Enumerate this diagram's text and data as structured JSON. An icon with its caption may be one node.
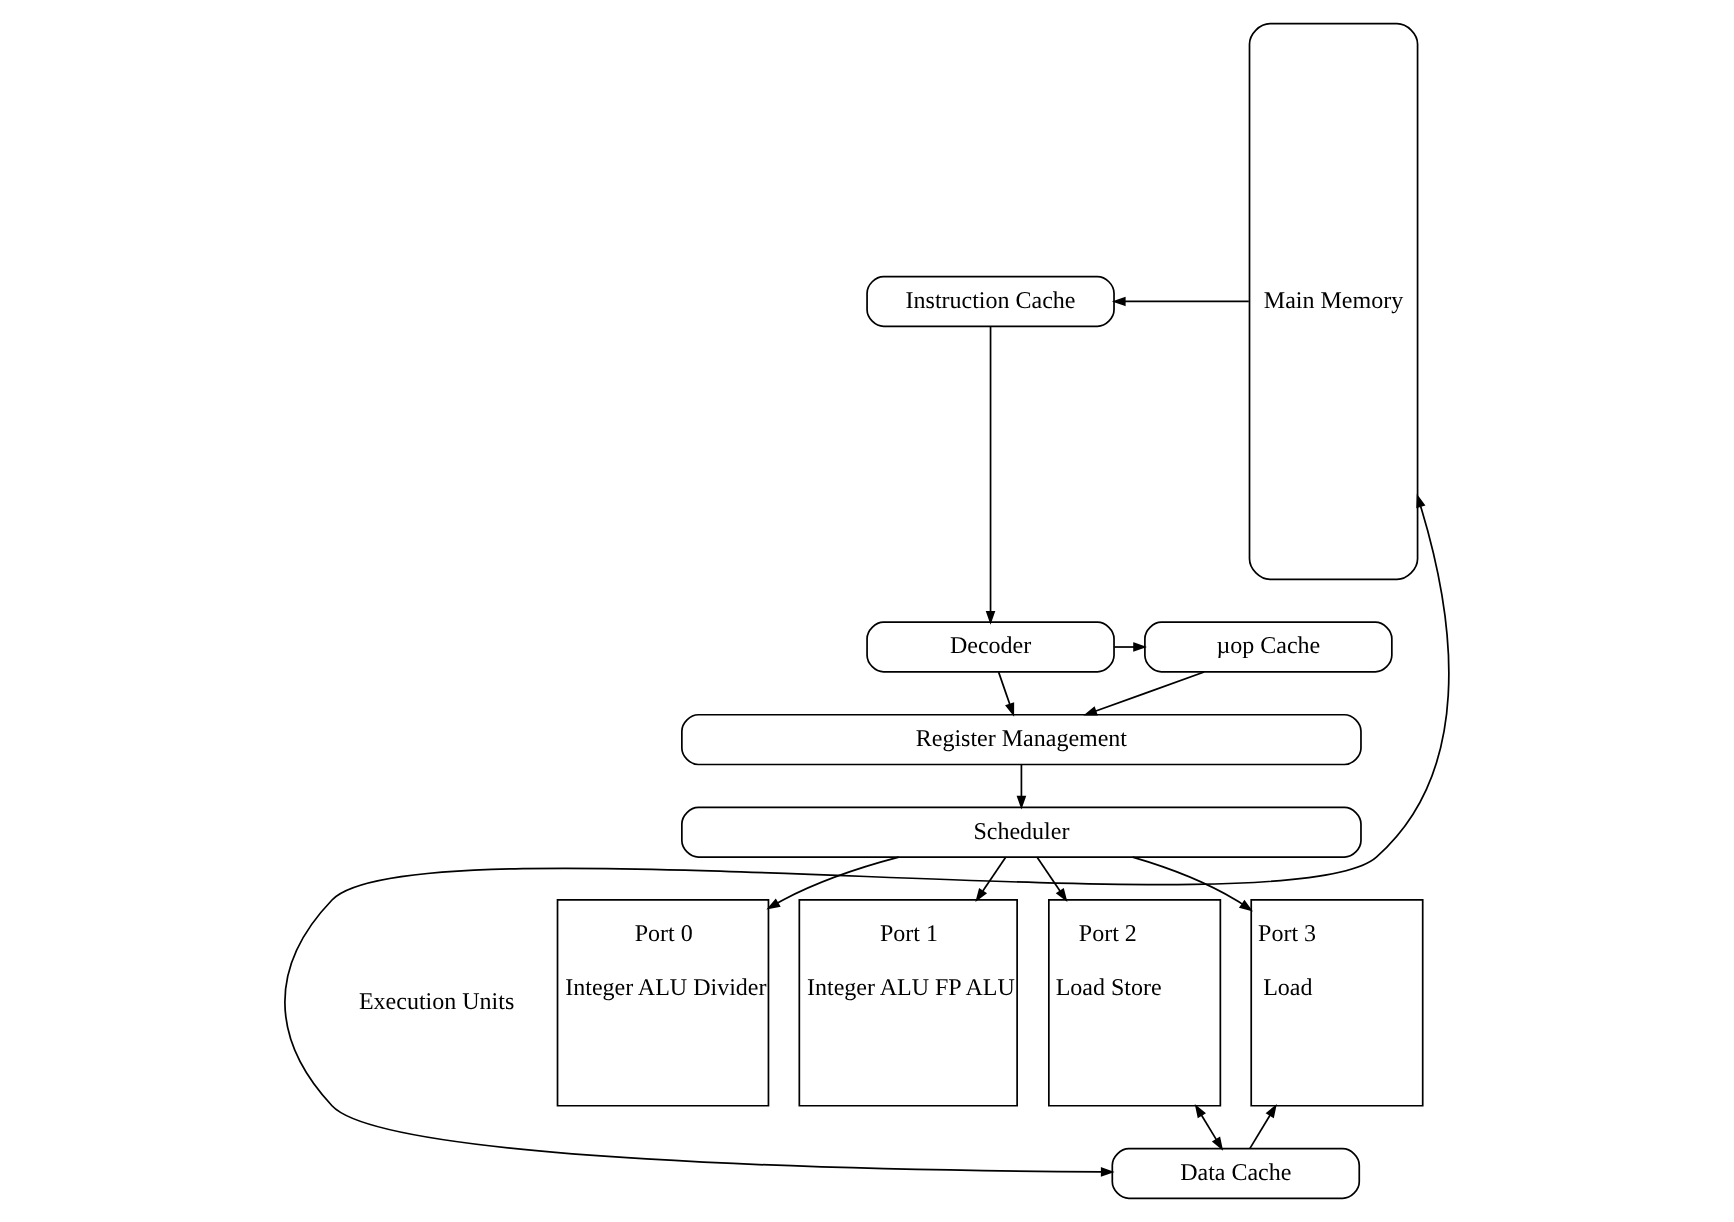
{
  "diagram": {
    "nodes": [
      {
        "text": [
          "Instruction Cache"
        ]
      },
      {
        "text": [
          "µop Cache"
        ]
      },
      {
        "text": [
          "Decoder"
        ]
      },
      {
        "text": [
          "Register Management"
        ]
      },
      {
        "text": [
          "Scheduler"
        ]
      },
      {
        "text": [
          "Port 0",
          "Integer ALU Divider"
        ]
      },
      {
        "text": [
          "Port 1",
          "Integer ALU FP ALU"
        ]
      },
      {
        "text": [
          "Port 2",
          "Load Store"
        ]
      },
      {
        "text": [
          "Port 3",
          "Load"
        ]
      },
      {
        "text": [
          "Data Cache"
        ]
      },
      {
        "text": [
          "Main Memory"
        ]
      }
    ],
    "edges": [
      {
        "from": 10,
        "to": 0,
        "arrow": "to"
      },
      {
        "from": 0,
        "to": 2,
        "arrow": "to"
      },
      {
        "from": 2,
        "to": 1,
        "arrow": "to"
      },
      {
        "from": 1,
        "to": 3,
        "arrow": "to"
      },
      {
        "from": 2,
        "to": 3,
        "arrow": "to"
      },
      {
        "from": 3,
        "to": 4,
        "arrow": "to"
      },
      {
        "from": 4,
        "to": 5,
        "arrow": "to"
      },
      {
        "from": 4,
        "to": 6,
        "arrow": "to"
      },
      {
        "from": 4,
        "to": 7,
        "arrow": "to"
      },
      {
        "from": 4,
        "to": 8,
        "arrow": "to"
      },
      {
        "from": 7,
        "to": 9,
        "arrow": "both"
      },
      {
        "from": 9,
        "to": 8,
        "arrow": "to"
      },
      {
        "from": 9,
        "to": 10,
        "arrow": "both"
      }
    ],
    "labels": [
      "Execution Units"
    ]
  }
}
